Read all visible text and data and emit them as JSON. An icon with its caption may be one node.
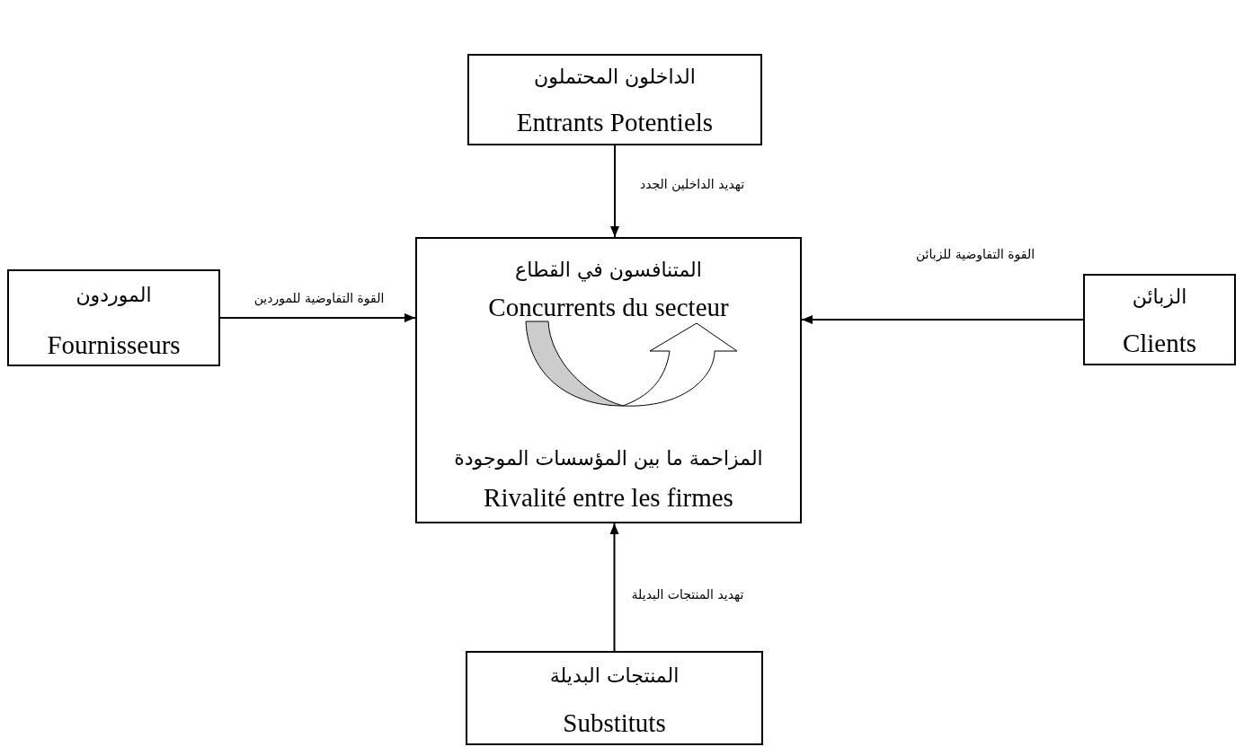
{
  "diagram": {
    "nodes": [
      {
        "text": [
          "الداخلون المحتملون",
          "Entrants Potentiels"
        ]
      },
      {
        "text": [
          "الموردون",
          "Fournisseurs"
        ]
      },
      {
        "text": [
          "المتنافسون في القطاع",
          "Concurrents du secteur",
          "المزاحمة ما بين المؤسسات الموجودة",
          "Rivalité entre les firmes"
        ]
      },
      {
        "text": [
          "الزبائن",
          "Clients"
        ]
      },
      {
        "text": [
          "المنتجات البديلة",
          "Substituts"
        ]
      }
    ],
    "edges": [
      {
        "from": 0,
        "to": 2,
        "arrow": "to",
        "label": "تهديد الداخلين الجدد"
      },
      {
        "from": 1,
        "to": 2,
        "arrow": "to",
        "label": "القوة التفاوضية للموردين"
      },
      {
        "from": 3,
        "to": 2,
        "arrow": "to",
        "label": "القوة التفاوضية للزبائن"
      },
      {
        "from": 4,
        "to": 2,
        "arrow": "to",
        "label": "تهديد المنتجات البديلة"
      }
    ]
  }
}
